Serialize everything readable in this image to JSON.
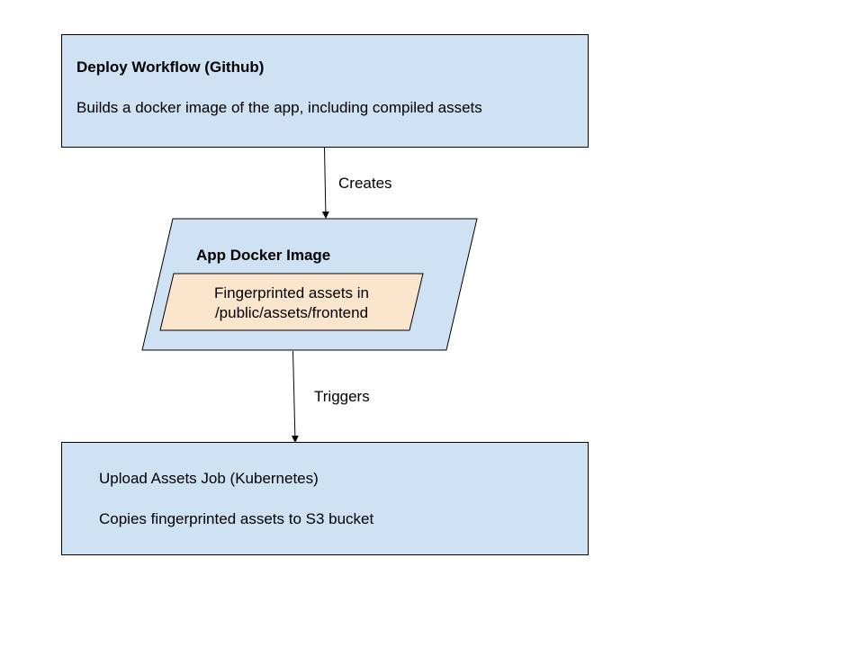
{
  "colors": {
    "box_fill": "#cfe2f3",
    "inner_fill": "#fce5cd",
    "stroke": "#000000",
    "text": "#000000",
    "background": "#ffffff"
  },
  "deploy_workflow": {
    "title": "Deploy Workflow (Github)",
    "description": "Builds a docker image of the app, including compiled assets"
  },
  "edge_creates": {
    "label": "Creates"
  },
  "app_docker_image": {
    "title": "App Docker Image",
    "assets_line1": "Fingerprinted assets in",
    "assets_line2": "/public/assets/frontend"
  },
  "edge_triggers": {
    "label": "Triggers"
  },
  "upload_assets_job": {
    "title": "Upload Assets Job (Kubernetes)",
    "description": "Copies fingerprinted assets to S3 bucket"
  }
}
